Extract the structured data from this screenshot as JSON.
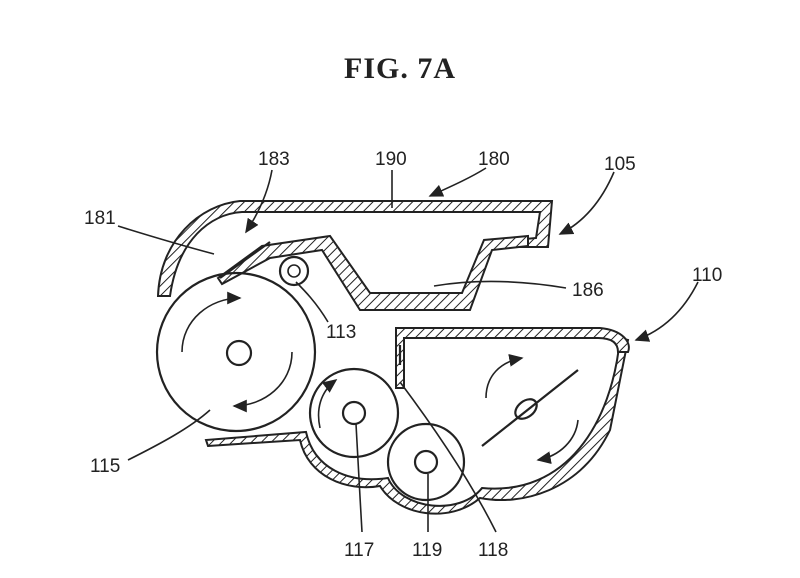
{
  "figure": {
    "title": "FIG. 7A",
    "labels": {
      "l183": "183",
      "l190": "190",
      "l180": "180",
      "l105": "105",
      "l181": "181",
      "l186": "186",
      "l110": "110",
      "l113": "113",
      "l115": "115",
      "l117": "117",
      "l119": "119",
      "l118": "118"
    }
  }
}
